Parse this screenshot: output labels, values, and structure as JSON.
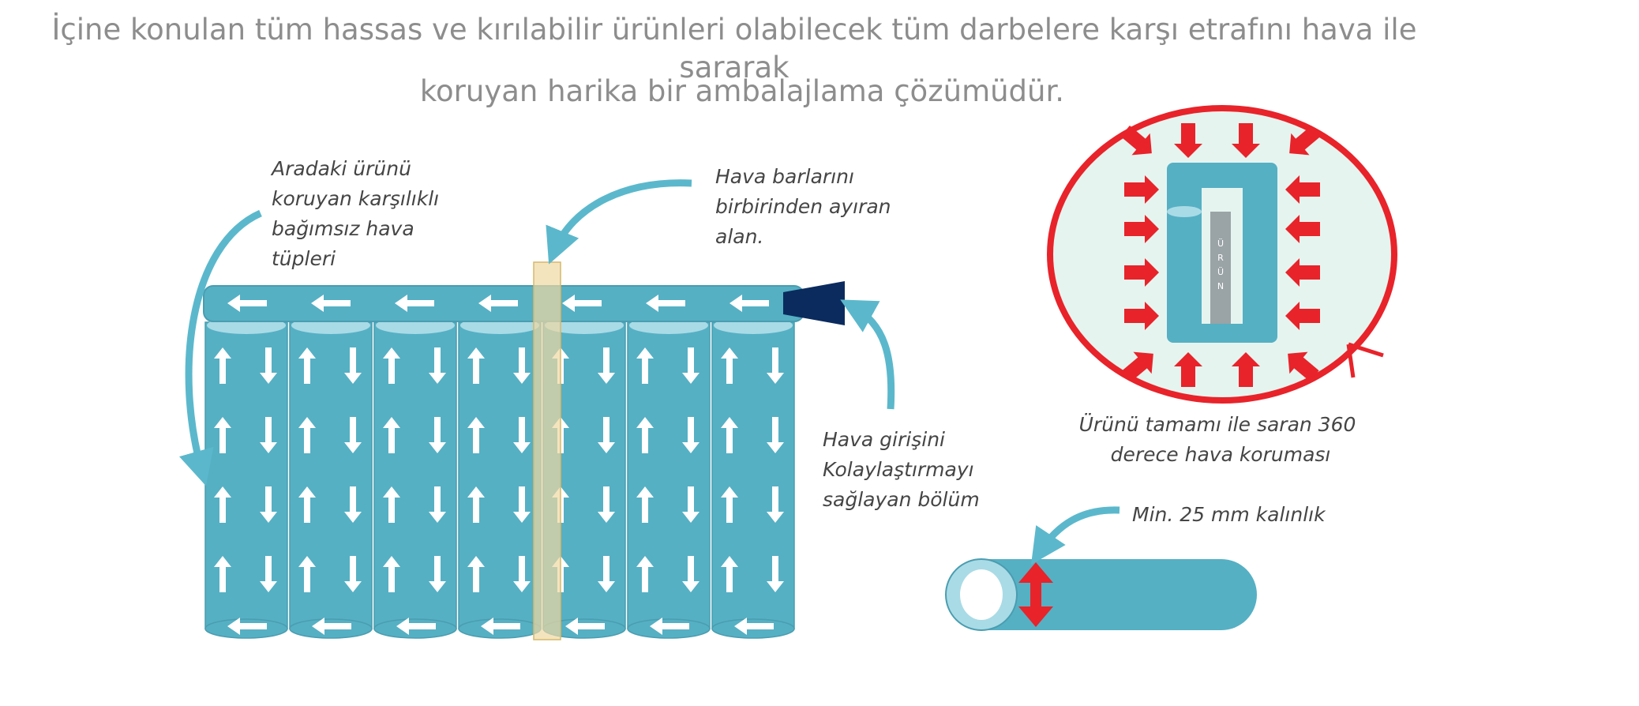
{
  "intro": {
    "line1": "İçine konulan tüm hassas ve kırılabilir ürünleri olabilecek tüm darbelere karşı etrafını hava ile sararak",
    "line2": "koruyan harika bir ambalajlama çözümüdür."
  },
  "labels": {
    "tubes": [
      "Aradaki ürünü",
      "koruyan karşılıklı",
      "bağımsız hava",
      "tüpleri"
    ],
    "separator": [
      "Hava barlarını",
      "birbirinden ayıran",
      "alan."
    ],
    "inlet": [
      "Hava girişini",
      "Kolaylaştırmayı",
      "sağlayan bölüm"
    ],
    "wrap": [
      "Ürünü tamamı ile saran 360",
      "derece hava koruması"
    ],
    "thickness": "Min. 25 mm kalınlık",
    "product_letters": [
      "Ü",
      "R",
      "Ü",
      "N"
    ]
  },
  "colors": {
    "tube": "#55b0c4",
    "tube_top": "#a9dbe6",
    "separator": "#efd9a2",
    "nozzle": "#0b2b5e",
    "callout_arrow": "#5bb8cc",
    "pressure_arrow": "#e8232a",
    "circle_border": "#e8232a",
    "circle_fill": "#e6f4ef",
    "product": "#9aa3a6"
  }
}
